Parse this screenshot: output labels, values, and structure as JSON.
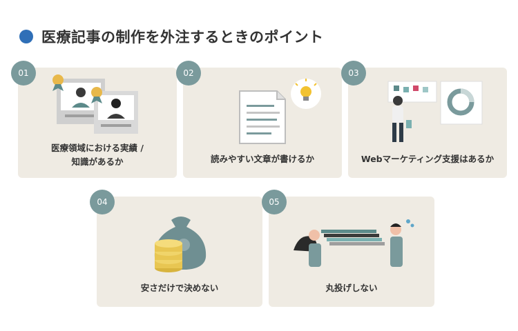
{
  "title": "医療記事の制作を外注するときのポイント",
  "colors": {
    "accent_dot": "#2f6fb7",
    "badge": "#7a9a9c",
    "card_bg": "#efebe3"
  },
  "cards": [
    {
      "number": "01",
      "label_line1": "医療領域における実績 /",
      "label_line2": "知識があるか",
      "icon": "award-doctors-icon"
    },
    {
      "number": "02",
      "label": "読みやすい文章が書けるか",
      "icon": "document-lightbulb-icon"
    },
    {
      "number": "03",
      "label": "Webマーケティング支援はあるか",
      "icon": "marketing-analytics-icon"
    },
    {
      "number": "04",
      "label": "安さだけで決めない",
      "icon": "money-bag-icon"
    },
    {
      "number": "05",
      "label": "丸投げしない",
      "icon": "handing-over-work-icon"
    }
  ]
}
